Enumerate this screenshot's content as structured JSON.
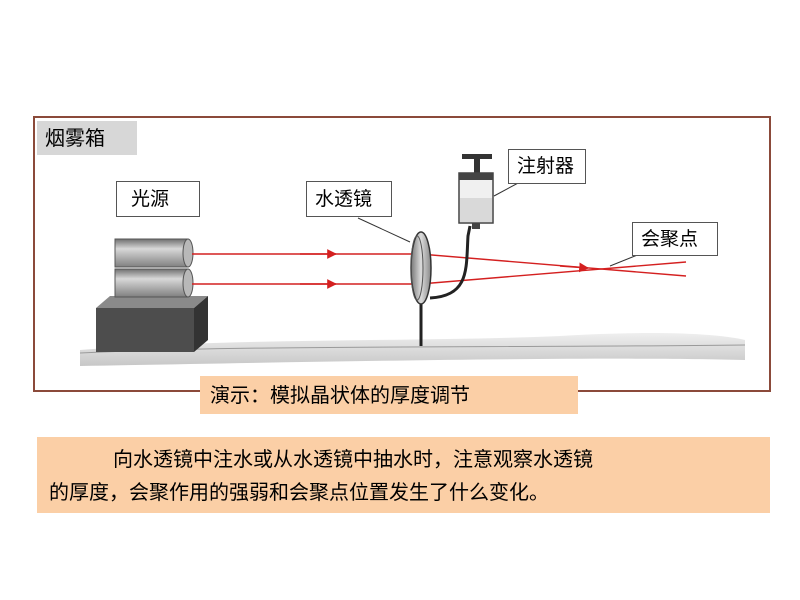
{
  "diagram": {
    "title": "烟雾箱",
    "labels": {
      "light_source": "光源",
      "water_lens": "水透镜",
      "syringe": "注射器",
      "focal_point": "会聚点"
    },
    "caption": "演示：模拟晶状体的厚度调节",
    "colors": {
      "frame": "#8b4a3a",
      "ray": "#d42020",
      "panel": "#fbcfa6",
      "tag": "#d7d7d7"
    }
  },
  "question": {
    "line1": "向水透镜中注水或从水透镜中抽水时，注意观察水透镜",
    "line2": "的厚度，会聚作用的强弱和会聚点位置发生了什么变化。"
  }
}
